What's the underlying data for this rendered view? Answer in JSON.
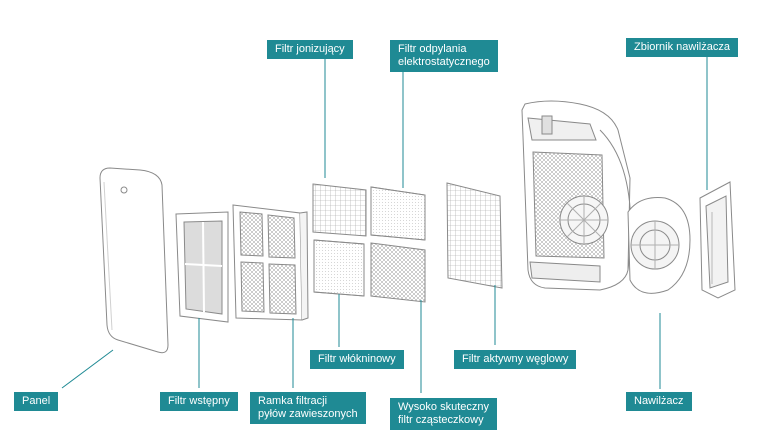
{
  "labels": {
    "filtr_jonizujacy": "Filtr jonizujący",
    "filtr_odpylania_1": "Filtr odpylania",
    "filtr_odpylania_2": "elektrostatycznego",
    "zbiornik": "Zbiornik nawilżacza",
    "panel": "Panel",
    "filtr_wstepny": "Filtr wstępny",
    "ramka_1": "Ramka filtracji",
    "ramka_2": "pyłów zawieszonych",
    "filtr_wlokninowy": "Filtr włókninowy",
    "wysoko_1": "Wysoko skuteczny",
    "wysoko_2": "filtr cząsteczkowy",
    "filtr_weglowy": "Filtr aktywny węglowy",
    "nawilzacz": "Nawilżacz"
  },
  "colors": {
    "label_bg": "#1f8a94",
    "label_text": "#ffffff",
    "drawing_line": "#8a8a8a"
  }
}
